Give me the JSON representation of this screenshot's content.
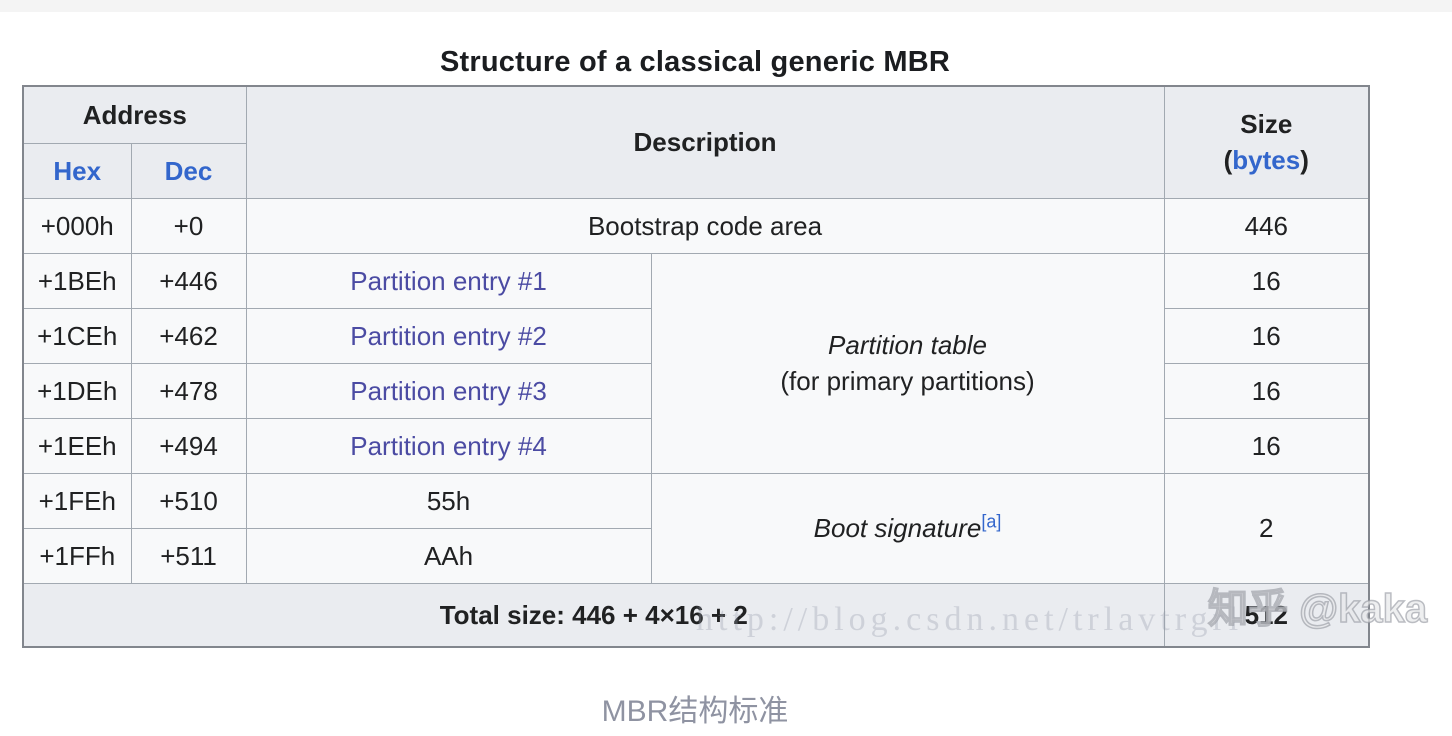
{
  "title": "Structure of a classical generic MBR",
  "caption": "MBR结构标准",
  "watermarks": {
    "zhihu": "知乎 @kaka",
    "url": "http://blog.csdn.net/trlavtrgrl"
  },
  "colors": {
    "header_bg": "#eaecf0",
    "cell_bg": "#f8f9fa",
    "border": "#a2a9b1",
    "link_blue": "#3366cc",
    "link_visited_purple": "#4b4ba3",
    "text": "#202122",
    "caption_gray": "#8f93a2"
  },
  "table": {
    "headers": {
      "address": "Address",
      "hex": "Hex",
      "dec": "Dec",
      "description": "Description",
      "size_word": "Size",
      "bytes_open": "(",
      "bytes_link": "bytes",
      "bytes_close": ")"
    },
    "rows": [
      {
        "hex": "+000h",
        "dec": "+0",
        "desc": "Bootstrap code area",
        "size": "446"
      },
      {
        "hex": "+1BEh",
        "dec": "+446",
        "desc": "Partition entry #1",
        "size": "16"
      },
      {
        "hex": "+1CEh",
        "dec": "+462",
        "desc": "Partition entry #2",
        "size": "16"
      },
      {
        "hex": "+1DEh",
        "dec": "+478",
        "desc": "Partition entry #3",
        "size": "16"
      },
      {
        "hex": "+1EEh",
        "dec": "+494",
        "desc": "Partition entry #4",
        "size": "16"
      },
      {
        "hex": "+1FEh",
        "dec": "+510",
        "desc": "55h"
      },
      {
        "hex": "+1FFh",
        "dec": "+511",
        "desc": "AAh"
      }
    ],
    "partition_table_line1": "Partition table",
    "partition_table_line2": "(for primary partitions)",
    "boot_signature_label": "Boot signature",
    "boot_signature_ref": "[a]",
    "boot_signature_size": "2",
    "total_label": "Total size: 446 + 4×16 + 2",
    "total_size": "512"
  }
}
